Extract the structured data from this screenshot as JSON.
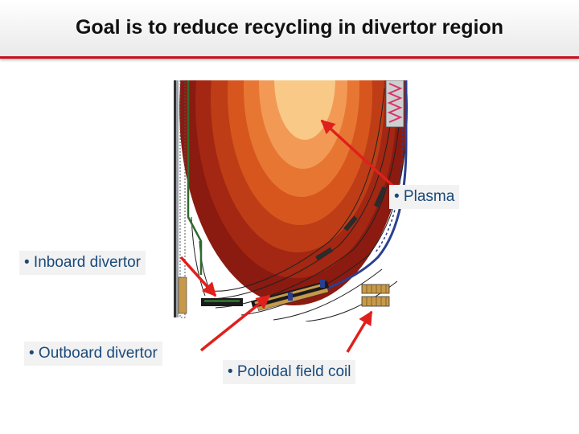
{
  "slide": {
    "title": "Goal is to reduce recycling in divertor region"
  },
  "labels": {
    "plasma": "• Plasma",
    "inboard": "• Inboard divertor",
    "outboard": "• Outboard divertor",
    "pf_coil": "• Poloidal field coil"
  },
  "colors": {
    "title_underline": "#c8101e",
    "arrow": "#e0201c",
    "label_text": "#1a4a7a",
    "plasma_core": "#f8c987",
    "plasma_edge": "#8b1a10",
    "vessel_wall": "#2a3f8f",
    "coil": "#c79a4a"
  }
}
